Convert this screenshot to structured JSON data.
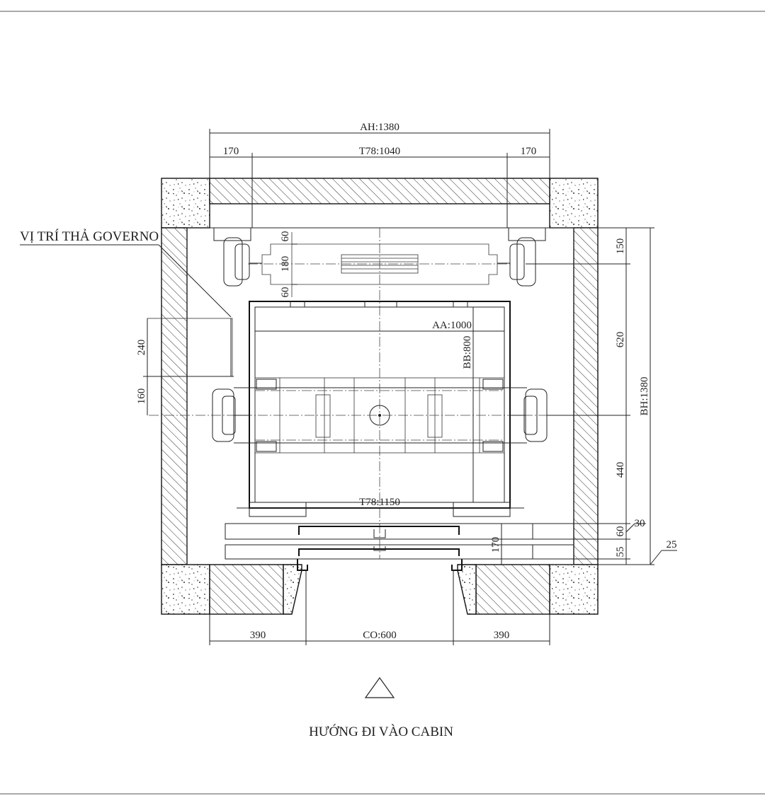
{
  "dimensions": {
    "ah": "AH:1380",
    "bh": "BH:1380",
    "t78_top": "T78:1040",
    "t78_bottom": "T78:1150",
    "aa": "AA:1000",
    "bb": "BB:800",
    "co": "CO:600",
    "top_left": "170",
    "top_right": "170",
    "bottom_left": "390",
    "bottom_right": "390",
    "r150": "150",
    "r620": "620",
    "r440": "440",
    "r170": "170",
    "r60": "60",
    "r55": "55",
    "r30": "30",
    "r25": "25",
    "cw_60a": "60",
    "cw_180": "180",
    "cw_60b": "60",
    "gov_240": "240",
    "gov_160": "160"
  },
  "labels": {
    "governor": "VỊ TRÍ THẢ GOVERNO",
    "entrance": "HƯỚNG ĐI VÀO CABIN"
  },
  "icons": {
    "entrance": "triangle-up-icon"
  }
}
